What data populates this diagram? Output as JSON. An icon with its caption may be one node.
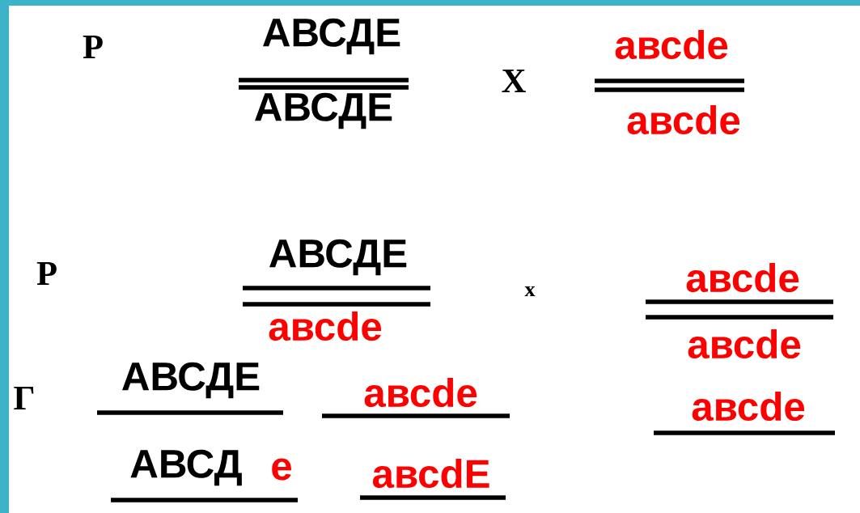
{
  "diagram": {
    "labels": [
      "Р",
      "АВСДЕ",
      "АВСДЕ",
      "X",
      "авсde",
      "авсde",
      "Р",
      "АВСДЕ",
      "авсde",
      "x",
      "авсde",
      "авсde",
      "Г",
      "АВСДЕ",
      "авсde",
      "авсde",
      "АВСД",
      "e",
      "авсdЕ"
    ]
  }
}
